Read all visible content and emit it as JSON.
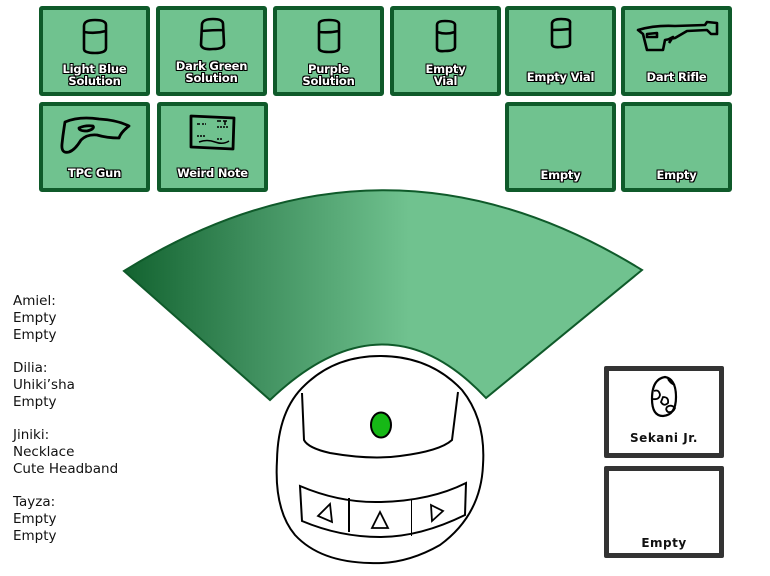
{
  "inventory": {
    "slots": [
      {
        "label": "Light Blue\nSolution",
        "line1": "Light Blue",
        "line2": "Solution",
        "icon": "vial-icon"
      },
      {
        "label": "Dark Green\nSolution",
        "line1": "Dark Green",
        "line2": "Solution",
        "icon": "vial-icon"
      },
      {
        "label": "Purple\nSolution",
        "line1": "Purple",
        "line2": "Solution",
        "icon": "vial-icon"
      },
      {
        "label": "Empty\nVial",
        "line1": "Empty",
        "line2": "Vial",
        "icon": "vial-icon"
      },
      {
        "label": "Empty Vial",
        "line1": "Empty Vial",
        "icon": "vial-icon"
      },
      {
        "label": "Dart Rifle",
        "line1": "Dart Rifle",
        "icon": "rifle-icon"
      },
      {
        "label": "TPC Gun",
        "line1": "TPC Gun",
        "icon": "gun-icon"
      },
      {
        "label": "Weird Note",
        "line1": "Weird Note",
        "icon": "note-icon"
      },
      {
        "label": "Empty",
        "line1": "Empty",
        "icon": null
      },
      {
        "label": "Empty",
        "line1": "Empty",
        "icon": null
      }
    ]
  },
  "party": [
    {
      "name": "Amiel:",
      "items": [
        "Empty",
        "Empty"
      ]
    },
    {
      "name": "Dilia:",
      "items": [
        "Uhiki’sha",
        "Empty"
      ]
    },
    {
      "name": "Jiniki:",
      "items": [
        "Necklace",
        "Cute Headband"
      ]
    },
    {
      "name": "Tayza:",
      "items": [
        "Empty",
        "Empty"
      ]
    }
  ],
  "pets": [
    {
      "label": "Sekani Jr.",
      "icon": "egg-icon"
    },
    {
      "label": "Empty",
      "icon": null
    }
  ],
  "navigation": {
    "left": "turn-left",
    "forward": "move-forward",
    "right": "turn-right"
  },
  "status_indicator": {
    "color": "#16b816"
  },
  "colors": {
    "slot_fill": "#70c28f",
    "slot_border": "#0f5a2a",
    "cone_dark": "#136330",
    "cone_light": "#70c28f"
  }
}
